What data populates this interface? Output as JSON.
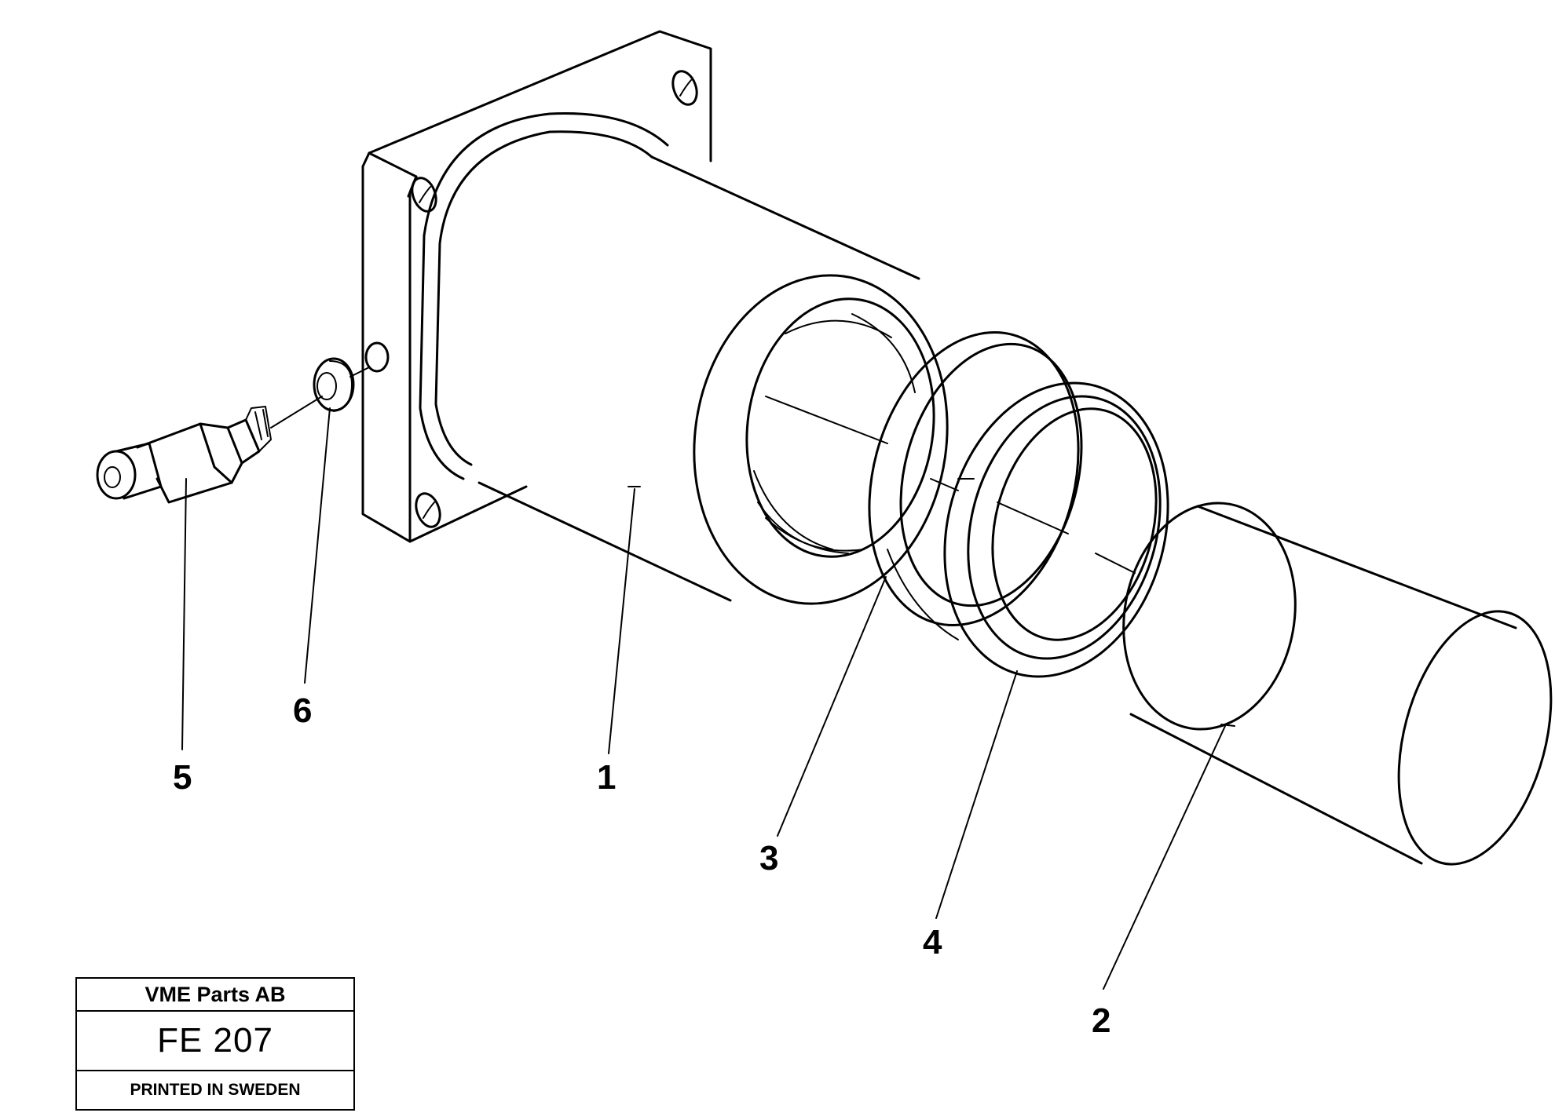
{
  "diagram": {
    "callouts": [
      {
        "id": "1",
        "label": "1"
      },
      {
        "id": "2",
        "label": "2"
      },
      {
        "id": "3",
        "label": "3"
      },
      {
        "id": "4",
        "label": "4"
      },
      {
        "id": "5",
        "label": "5"
      },
      {
        "id": "6",
        "label": "6"
      }
    ]
  },
  "title_block": {
    "company": "VME Parts AB",
    "code": "FE 207",
    "printed": "PRINTED IN SWEDEN"
  }
}
